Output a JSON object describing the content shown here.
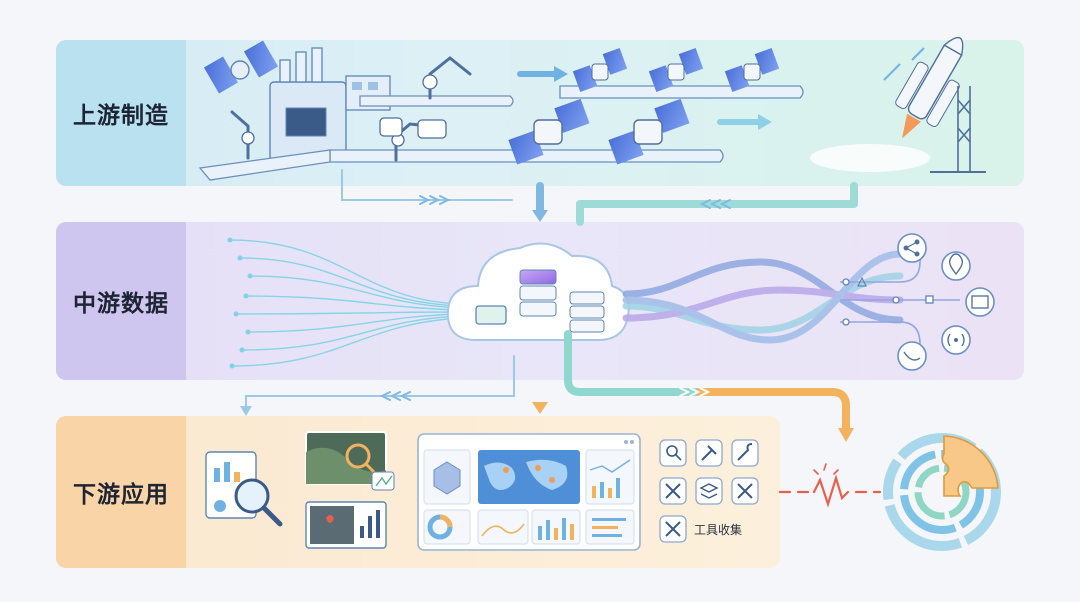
{
  "bands": {
    "upstream": "上游制造",
    "midstream": "中游数据",
    "downstream": "下游应用"
  },
  "tools": {
    "label": "工具收集"
  },
  "colors": {
    "upstream_band": "#d6eaf4",
    "midstream_band": "#e4def6",
    "downstream_band": "#fbe8cf",
    "accent_blue": "#4a90c8",
    "accent_orange": "#f3b25d",
    "accent_red": "#e8604c"
  },
  "icons": [
    "factory-icon",
    "satellite-icon",
    "robot-arm-icon",
    "rocket-icon",
    "cloud-icon",
    "server-icon",
    "share-icon",
    "location-icon",
    "map-icon",
    "signal-icon",
    "dish-icon",
    "document-search-icon",
    "satellite-image-icon",
    "dashboard-icon",
    "search-icon",
    "hammer-icon",
    "wrench-icon",
    "tools-icon",
    "layers-icon",
    "ring-chart-icon",
    "puzzle-icon"
  ]
}
